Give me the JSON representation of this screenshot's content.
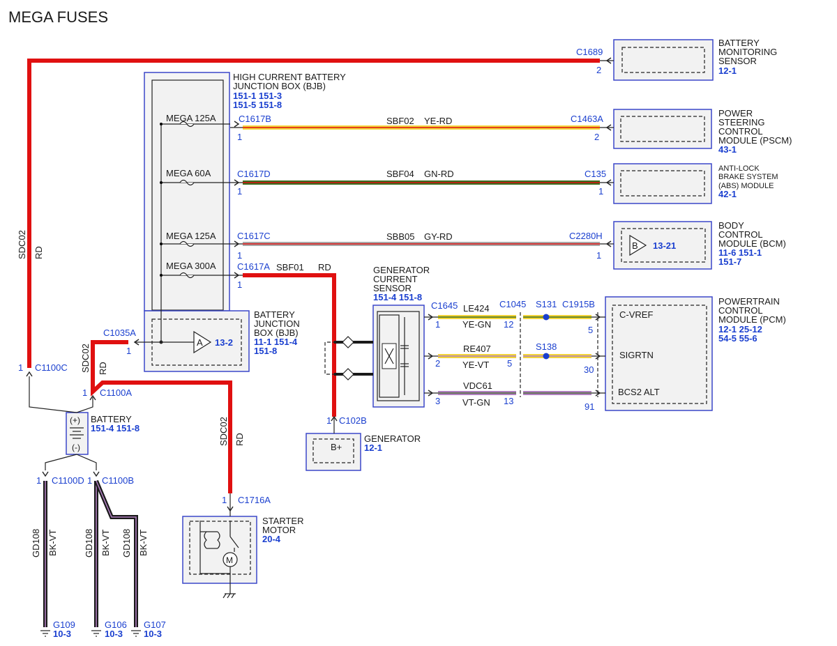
{
  "title": "MEGA FUSES",
  "modules": {
    "bms": {
      "lines": [
        "BATTERY",
        "MONITORING",
        "SENSOR"
      ],
      "ref": "12-1",
      "connector": "C1689",
      "pin": "2"
    },
    "bjb_high": {
      "lines": [
        "HIGH CURRENT BATTERY",
        "JUNCTION BOX (BJB)"
      ],
      "refs": [
        "151-1 151-3",
        "151-5 151-8"
      ]
    },
    "pscm": {
      "lines": [
        "POWER",
        "STEERING",
        "CONTROL",
        "MODULE (PSCM)"
      ],
      "ref": "43-1",
      "connector": "C1463A",
      "pin": "2"
    },
    "abs": {
      "lines": [
        "ANTI-LOCK",
        "BRAKE SYSTEM",
        "(ABS) MODULE"
      ],
      "ref": "42-1",
      "connector": "C135",
      "pin": "1"
    },
    "bcm": {
      "lines": [
        "BODY",
        "CONTROL",
        "MODULE (BCM)"
      ],
      "refs": [
        "11-6   151-1",
        "151-7"
      ],
      "connector": "C2280H",
      "pin": "1",
      "inner_label": "B",
      "inner_ref": "13-21"
    },
    "pcm": {
      "lines": [
        "POWERTRAIN",
        "CONTROL",
        "MODULE (PCM)"
      ],
      "refs": [
        "12-1    25-12",
        "54-5    55-6"
      ],
      "pins": [
        "C-VREF",
        "SIGRTN",
        "BCS2 ALT"
      ],
      "connector": "C1915B"
    },
    "bjb": {
      "lines": [
        "BATTERY",
        "JUNCTION",
        "BOX (BJB)"
      ],
      "refs": [
        "11-1    151-4",
        "151-8"
      ],
      "inner_label": "A",
      "inner_ref": "13-2"
    },
    "gcs": {
      "lines": [
        "GENERATOR",
        "CURRENT",
        "SENSOR"
      ],
      "refs": [
        "151-4 151-8"
      ]
    },
    "battery": {
      "label": "BATTERY",
      "ref": "151-4 151-8",
      "plus": "(+)",
      "minus": "(-)"
    },
    "generator": {
      "label": "GENERATOR",
      "ref": "12-1",
      "pin_label": "B+",
      "connector": "C102B",
      "pin": "1"
    },
    "starter": {
      "lines": [
        "STARTER",
        "MOTOR"
      ],
      "ref": "20-4",
      "connector": "C1716A",
      "pin": "1"
    }
  },
  "fuses": [
    {
      "label": "MEGA  125A",
      "connector": "C1617B",
      "pin": "1",
      "circuit": "SBF02",
      "color": "YE-RD"
    },
    {
      "label": "MEGA  60A",
      "connector": "C1617D",
      "pin": "1",
      "circuit": "SBF04",
      "color": "GN-RD"
    },
    {
      "label": "MEGA  125A",
      "connector": "C1617C",
      "pin": "1",
      "circuit": "SBB05",
      "color": "GY-RD"
    },
    {
      "label": "MEGA  300A",
      "connector": "C1617A",
      "pin": "1",
      "circuit": "SBF01",
      "color": "RD"
    }
  ],
  "main_wire": {
    "circuit": "SDC02",
    "color": "RD",
    "connector_left": "C1100C",
    "pin_left": "1",
    "connector_mid": "C1100A",
    "pin_mid": "1",
    "connector_bjb": "C1035A",
    "pin_bjb": "1"
  },
  "gcs_wires": [
    {
      "circuit": "LE424",
      "color": "YE-GN",
      "conn": "C1645",
      "pin_a": "1",
      "c1045": "C1045",
      "pin_b": "12",
      "splice": "S131",
      "pin_c": "5"
    },
    {
      "circuit": "RE407",
      "color": "YE-VT",
      "pin_a": "2",
      "pin_b": "5",
      "splice": "S138",
      "pin_c": "30"
    },
    {
      "circuit": "VDC61",
      "color": "VT-GN",
      "pin_a": "3",
      "pin_b": "13",
      "pin_c": "91"
    }
  ],
  "grounds": [
    {
      "connector": "C1100D",
      "pin": "1",
      "circuit": "GD108",
      "color": "BK-VT",
      "ground": "G109",
      "ref": "10-3"
    },
    {
      "connector": "C1100B",
      "pin": "1",
      "circuit": "GD108",
      "color": "BK-VT",
      "ground": "G106",
      "ref": "10-3"
    },
    {
      "circuit": "GD108",
      "color": "BK-VT",
      "ground": "G107",
      "ref": "10-3"
    }
  ],
  "colors": {
    "red": "#e01010",
    "yellow": "#f3d43a",
    "green": "#3a6b1f",
    "gray": "#a8a8a8",
    "violet": "#b07fc0",
    "black": "#1a1a1a",
    "blue": "#1a3fcf",
    "module_border": "#3b47c9"
  }
}
